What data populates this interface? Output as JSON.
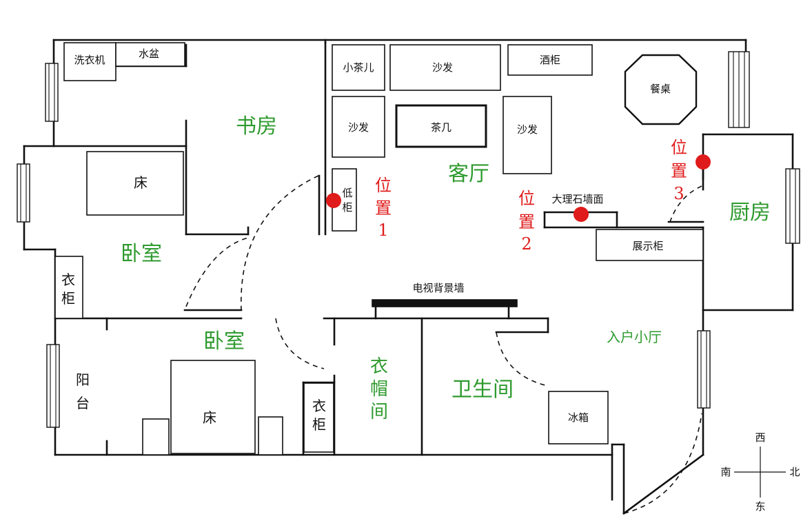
{
  "rooms": {
    "study": "书房",
    "living": "客厅",
    "bedroom1": "卧室",
    "bedroom2": "卧室",
    "kitchen": "厨房",
    "entry": "入户小厅",
    "bathroom": "卫生间",
    "cloakroom": [
      "衣",
      "帽",
      "间"
    ],
    "balcony": [
      "阳",
      "台"
    ]
  },
  "furniture": {
    "washer": "洗衣机",
    "basin": "水盆",
    "tea_table_small": "小茶儿",
    "sofa_top": "沙发",
    "wine_cabinet": "酒柜",
    "dining_table": "餐桌",
    "sofa_left": "沙发",
    "tea_table": "茶几",
    "sofa_right": "沙发",
    "low_cabinet": [
      "低",
      "柜"
    ],
    "marble_wall": "大理石墙面",
    "display_cabinet": "展示柜",
    "tv_wall": "电视背景墙",
    "bed_top": "床",
    "bed_bottom": "床",
    "wardrobe_top": [
      "衣",
      "柜"
    ],
    "wardrobe_bottom": [
      "衣",
      "柜"
    ],
    "fridge": "冰箱"
  },
  "positions": [
    {
      "chars": [
        "位",
        "置",
        "1"
      ]
    },
    {
      "chars": [
        "位",
        "置",
        "2"
      ]
    },
    {
      "chars": [
        "位",
        "置",
        "3"
      ]
    }
  ],
  "compass": {
    "top": "西",
    "bottom": "东",
    "left": "南",
    "right": "北"
  },
  "colors": {
    "room_label": "#2e9a2e",
    "position_marker": "#e01b1b",
    "line": "#111111"
  }
}
